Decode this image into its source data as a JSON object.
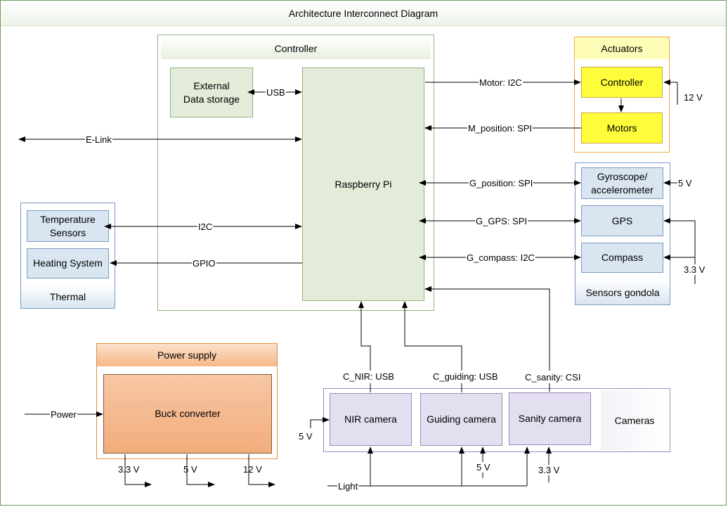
{
  "title": "Architecture Interconnect Diagram",
  "controller": {
    "title": "Controller",
    "raspberry_pi": "Raspberry Pi",
    "external_storage": "External\nData storage"
  },
  "actuators": {
    "title": "Actuators",
    "controller": "Controller",
    "motors": "Motors",
    "supply": "12 V"
  },
  "sensors": {
    "title": "Sensors gondola",
    "gyro": "Gyroscope/\naccelerometer",
    "gps": "GPS",
    "compass": "Compass",
    "supply_5v": "5 V",
    "supply_33v": "3.3 V"
  },
  "thermal": {
    "title": "Thermal",
    "temperature": "Temperature\nSensors",
    "heating": "Heating System"
  },
  "power": {
    "title": "Power supply",
    "buck": "Buck converter",
    "input": "Power",
    "out_33": "3.3 V",
    "out_5": "5 V",
    "out_12": "12 V"
  },
  "cameras": {
    "title": "Cameras",
    "nir": "NIR camera",
    "guiding": "Guiding camera",
    "sanity": "Sanity camera",
    "supply_5v_left": "5 V",
    "supply_5v": "5 V",
    "supply_33v": "3.3 V",
    "light": "Light"
  },
  "links": {
    "usb": "USB",
    "elink": "E-Link",
    "i2c": "I2C",
    "gpio": "GPIO",
    "motor": "Motor: I2C",
    "m_position": "M_position: SPI",
    "g_position": "G_position: SPI",
    "g_gps": "G_GPS: SPI",
    "g_compass": "G_compass: I2C",
    "c_nir": "C_NIR: USB",
    "c_guiding": "C_guiding: USB",
    "c_sanity": "C_sanity: CSI"
  },
  "colors": {
    "border_green": "#6f9e5e",
    "pi_fill": "#e3ecd9",
    "blue_fill": "#d9e5f1",
    "blue_border": "#7a9cc4",
    "yellow": "#fdfd3c",
    "orange_fill": "#f4b183",
    "purple_fill": "#e4dff0"
  }
}
